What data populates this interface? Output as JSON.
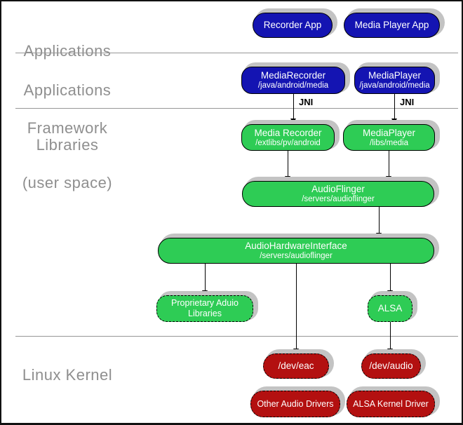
{
  "labels": {
    "applications": "Applications",
    "framework_line1": "Applications",
    "framework_line2": "Framework",
    "libraries_line1": "Libraries",
    "libraries_line2": "(user space)",
    "kernel": "Linux Kernel"
  },
  "jni": {
    "left": "JNI",
    "right": "JNI"
  },
  "nodes": {
    "recorder_app": {
      "title": "Recorder App"
    },
    "media_player_app": {
      "title": "Media Player App"
    },
    "media_recorder_fw": {
      "title": "MediaRecorder",
      "path": "/java/android/media"
    },
    "media_player_fw": {
      "title": "MediaPlayer",
      "path": "/java/android/media"
    },
    "media_recorder_lib": {
      "title": "Media Recorder",
      "path": "/extlibs/pv/android"
    },
    "media_player_lib": {
      "title": "MediaPlayer",
      "path": "/libs/media"
    },
    "audioflinger": {
      "title": "AudioFlinger",
      "path": "/servers/audioflinger"
    },
    "audio_hardware_interface": {
      "title": "AudioHardwareInterface",
      "path": "/servers/audioflinger"
    },
    "proprietary_audio_libraries": {
      "title": "Proprietary Aduio",
      "title2": "Libraries"
    },
    "alsa": {
      "title": "ALSA"
    },
    "dev_eac": {
      "title": "/dev/eac"
    },
    "dev_audio": {
      "title": "/dev/audio"
    },
    "other_audio_drivers": {
      "title": "Other Audio Drivers"
    },
    "alsa_kernel_driver": {
      "title": "ALSA Kernel Driver"
    }
  },
  "colors": {
    "app_blue": "#1414b2",
    "lib_green": "#2ecc55",
    "kernel_red": "#b31010",
    "shadow_gray": "#c3c3c3",
    "section_label_gray": "#8f8f8f",
    "separator_gray": "#969696",
    "arrow_black": "#000000"
  }
}
